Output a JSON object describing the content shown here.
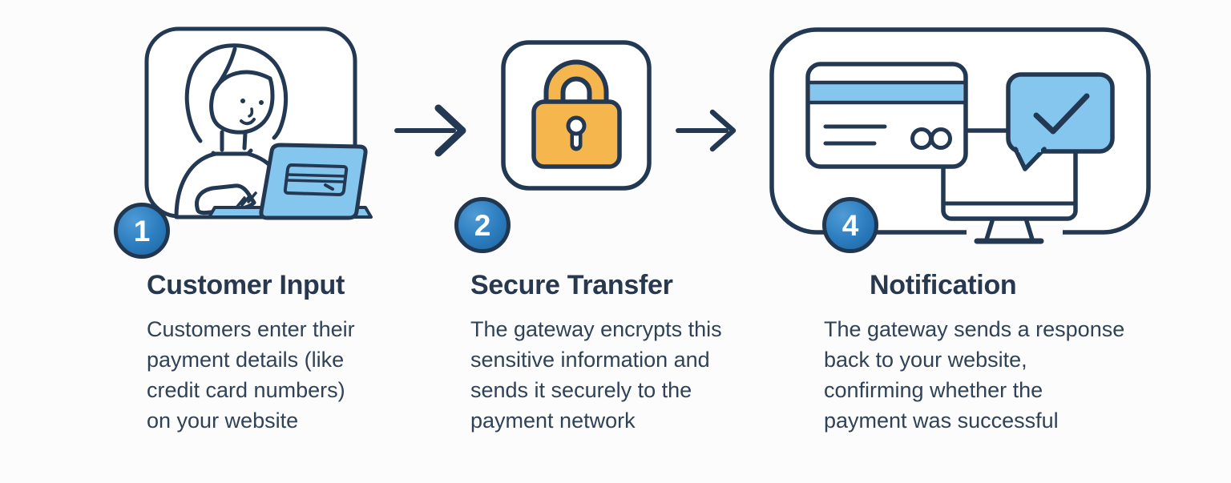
{
  "diagram": {
    "type": "payment-gateway-process-flow",
    "colors": {
      "outline_navy": "#223853",
      "accent_light_blue": "#85c6ee",
      "badge_blue": "#2b7cbe",
      "lock_orange": "#f6b64e",
      "title_text": "#27384f",
      "body_text": "#2f4257",
      "background": "#fcfcfc"
    }
  },
  "steps": [
    {
      "number": "1",
      "title": "Customer Input",
      "description": "Customers enter their\npayment details (like\ncredit card numbers)\non your website",
      "icon": "woman-typing-on-laptop-illustration"
    },
    {
      "number": "2",
      "title": "Secure Transfer",
      "description": "The gateway encrypts this\nsensitive information and\nsends it securely to the\npayment network",
      "icon": "padlock-icon"
    },
    {
      "number": "4",
      "title": "Notification",
      "description": "The gateway sends a response\nback to your website,\nconfirming whether the\npayment was successful",
      "icon": "credit-card-monitor-checkmark-illustration"
    }
  ],
  "arrows": [
    {
      "icon": "right-arrow"
    },
    {
      "icon": "right-arrow"
    }
  ]
}
